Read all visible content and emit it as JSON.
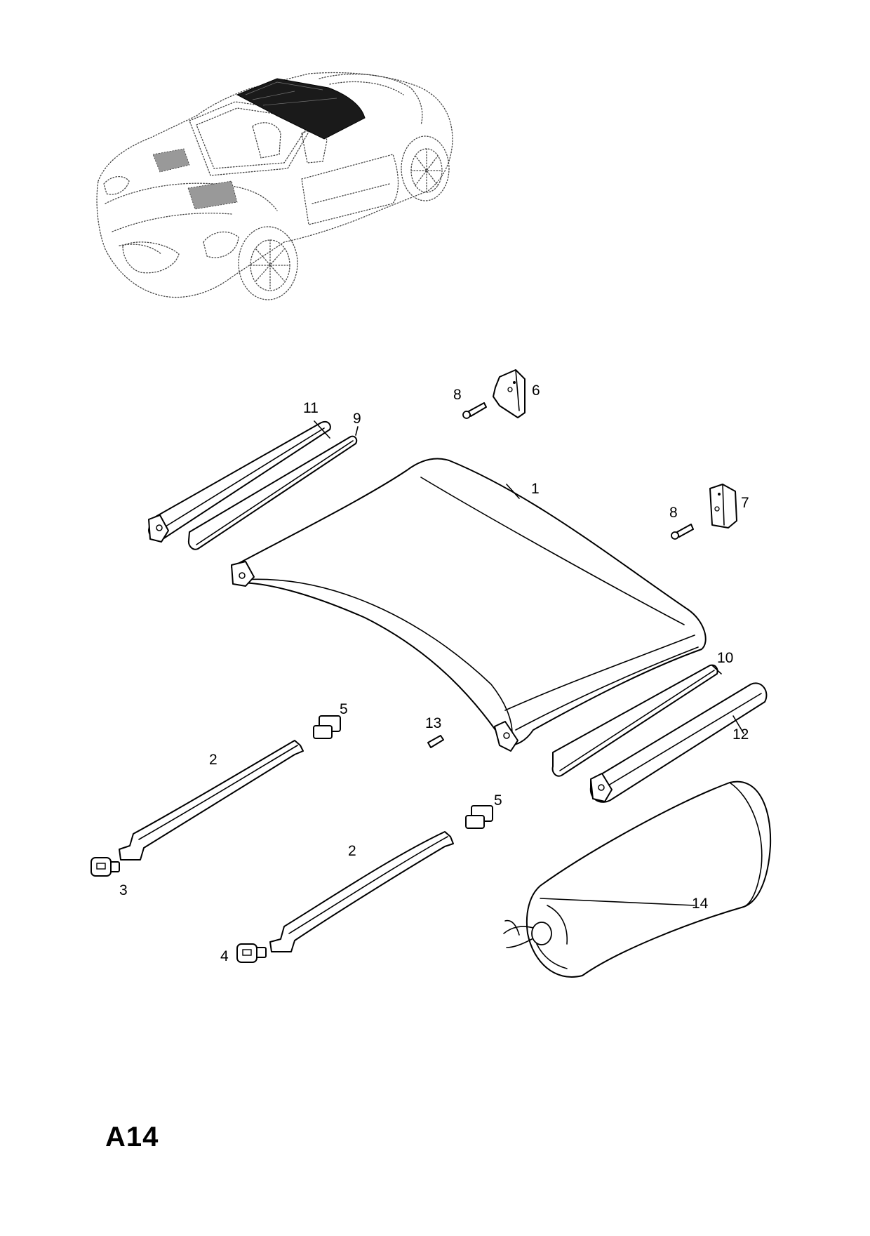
{
  "page_code": "A14",
  "callouts": {
    "c1": "1",
    "c2a": "2",
    "c2b": "2",
    "c3": "3",
    "c4": "4",
    "c5a": "5",
    "c5b": "5",
    "c6": "6",
    "c7": "7",
    "c8a": "8",
    "c8b": "8",
    "c9": "9",
    "c10": "10",
    "c11": "11",
    "c12": "12",
    "c13": "13",
    "c14": "14"
  }
}
